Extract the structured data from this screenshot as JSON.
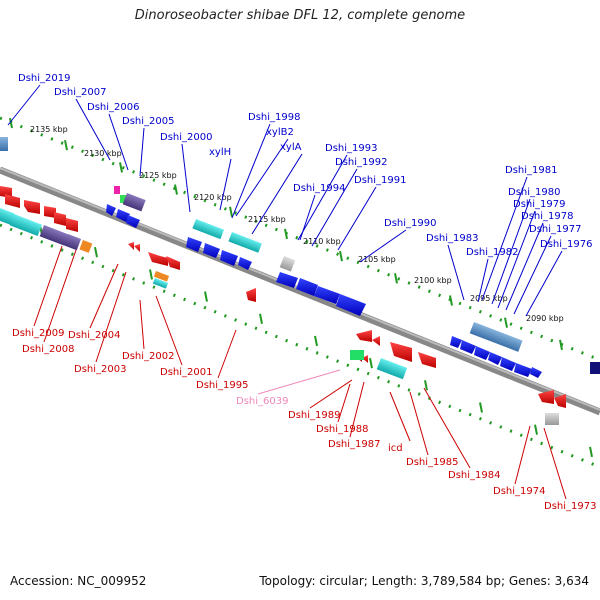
{
  "title": "Dinoroseobacter shibae DFL 12, complete genome",
  "accession": "Accession: NC_009952",
  "stats": "Topology: circular; Length: 3,789,584 bp; Genes: 3,634",
  "colors": {
    "forward_label": "#0000cc",
    "reverse_label": "#cc0000",
    "rna_label": "#ee88bb",
    "backbone": "#888888",
    "dots": "#229922"
  },
  "scale_ticks": [
    "2135 kbp",
    "2130 kbp",
    "2125 kbp",
    "2120 kbp",
    "2115 kbp",
    "2110 kbp",
    "2105 kbp",
    "2100 kbp",
    "2095 kbp",
    "2090 kbp"
  ],
  "forward_labels": [
    "Dshi_2019",
    "Dshi_2007",
    "Dshi_2006",
    "Dshi_2005",
    "Dshi_2000",
    "Dshi_1998",
    "xylB2",
    "xylH",
    "xylA",
    "Dshi_1993",
    "Dshi_1992",
    "Dshi_1994",
    "Dshi_1991",
    "Dshi_1990",
    "Dshi_1983",
    "Dshi_1982",
    "Dshi_1981",
    "Dshi_1980",
    "Dshi_1979",
    "Dshi_1978",
    "Dshi_1977",
    "Dshi_1976"
  ],
  "reverse_labels": [
    "Dshi_2009",
    "Dshi_2008",
    "Dshi_2004",
    "Dshi_2003",
    "Dshi_2002",
    "Dshi_2001",
    "Dshi_1995",
    "Dshi_6039",
    "Dshi_1989",
    "Dshi_1988",
    "Dshi_1987",
    "icd",
    "Dshi_1985",
    "Dshi_1984",
    "Dshi_1974",
    "Dshi_1973"
  ]
}
